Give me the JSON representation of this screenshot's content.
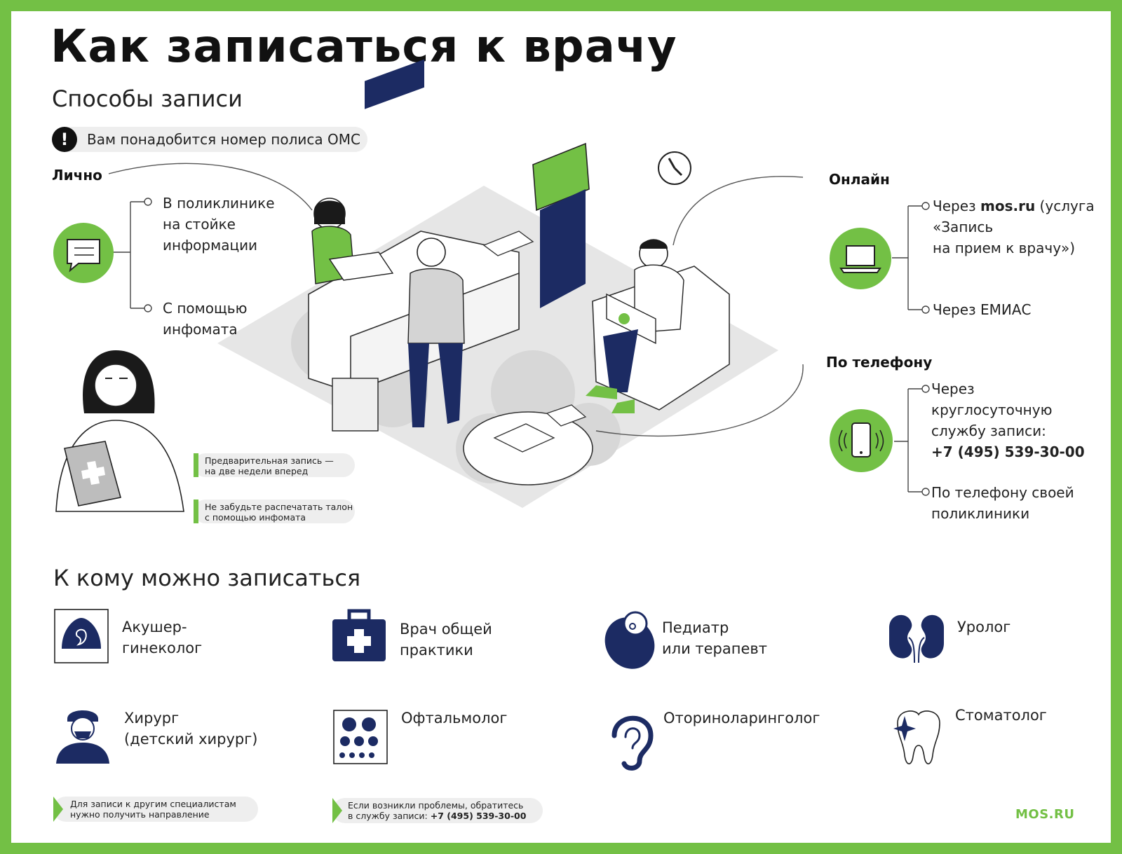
{
  "title": "Как записаться к врачу",
  "subtitle": "Способы записи",
  "note": {
    "icon": "exclamation-icon",
    "text": "Вам понадобится номер полиса ОМС"
  },
  "in_person": {
    "heading": "Лично",
    "icon": "speech-bubble-icon",
    "items": [
      "В поликлинике\nна стойке\nинформации",
      "С помощью\nинфомата"
    ]
  },
  "online": {
    "heading": "Онлайн",
    "icon": "laptop-icon",
    "item1_prefix": "Через ",
    "item1_site": "mos.ru",
    "item1_rest": " (услуга «Запись\nна прием к врачу»)",
    "item2": "Через ЕМИАС"
  },
  "phone": {
    "heading": "По телефону",
    "icon": "smartphone-icon",
    "item1": "Через\nкруглосуточную\nслужбу записи:",
    "item1_number": "+7 (495) 539-30-00",
    "item2": "По телефону своей\nполиклиники"
  },
  "tips": [
    "Предварительная запись —\nна две недели вперед",
    "Не забудьте распечатать талон\nс помощью инфомата"
  ],
  "who_heading": "К кому можно записаться",
  "specialists": [
    {
      "label": "Акушер-\nгинеколог",
      "icon": "ultrasound-icon"
    },
    {
      "label": "Врач общей\nпрактики",
      "icon": "medical-kit-icon"
    },
    {
      "label": "Педиатр\nили терапевт",
      "icon": "swaddled-baby-icon"
    },
    {
      "label": "Уролог",
      "icon": "kidneys-icon"
    },
    {
      "label": "Хирург\n(детский хирург)",
      "icon": "surgeon-icon"
    },
    {
      "label": "Офтальмолог",
      "icon": "eye-chart-icon"
    },
    {
      "label": "Оториноларинголог",
      "icon": "ear-icon"
    },
    {
      "label": "Стоматолог",
      "icon": "tooth-icon"
    }
  ],
  "footer_notes": [
    "Для записи к другим специалистам\nнужно получить направление",
    "Если возникли проблемы, обратитесь\nв службу записи:"
  ],
  "footer_phone": "+7 (495) 539-30-00",
  "logo": "MOS.RU",
  "colors": {
    "accent": "#73c045",
    "navy": "#1c2b63",
    "panel": "#eeeeee"
  }
}
